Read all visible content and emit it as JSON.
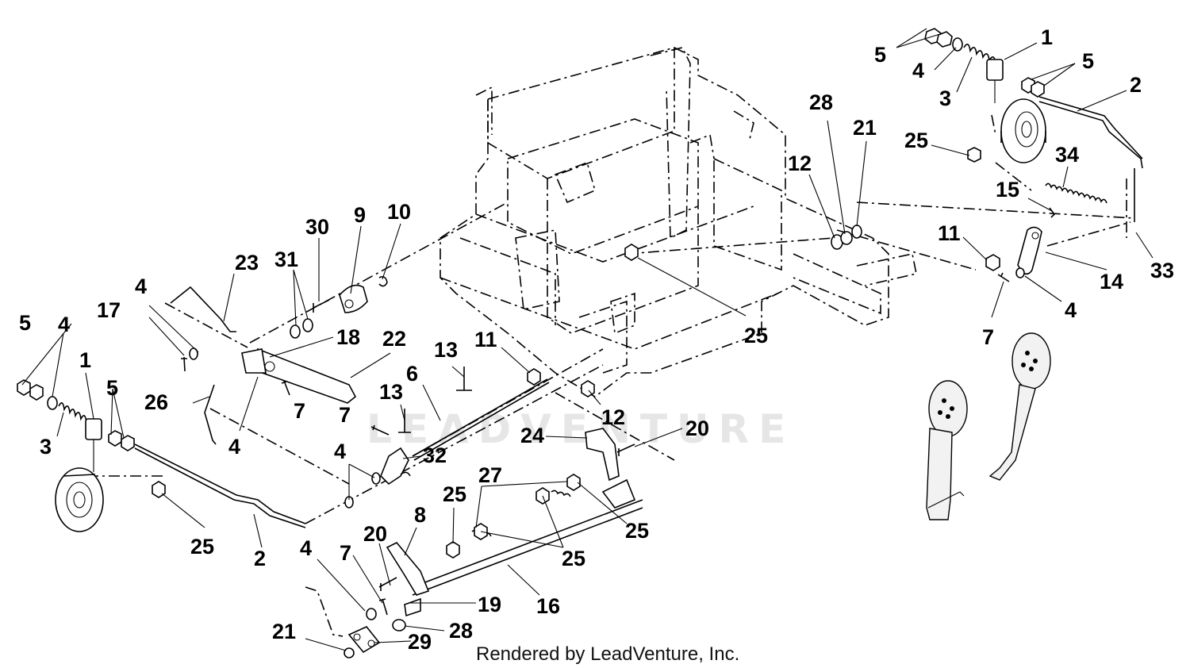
{
  "diagram": {
    "watermark": "LEADVENTURE",
    "credit": "Rendered by LeadVenture, Inc.",
    "labels": {
      "l01": "5",
      "l02": "4",
      "l03": "1",
      "l04": "5",
      "l05": "3",
      "l06": "2",
      "l07": "28",
      "l08": "21",
      "l09": "25",
      "l10": "34",
      "l11": "12",
      "l12": "15",
      "l13": "11",
      "l14": "33",
      "l15": "14",
      "l16": "4",
      "l17": "7",
      "l18": "30",
      "l19": "9",
      "l20": "10",
      "l21": "23",
      "l22": "31",
      "l23": "25",
      "l24": "4",
      "l25": "17",
      "l26": "18",
      "l27": "22",
      "l28": "13",
      "l29": "11",
      "l30": "5",
      "l31": "4",
      "l32": "1",
      "l33": "26",
      "l34": "6",
      "l35": "13",
      "l36": "7",
      "l37": "12",
      "l38": "7",
      "l39": "3",
      "l40": "4",
      "l41": "5",
      "l42": "20",
      "l43": "24",
      "l44": "4",
      "l45": "32",
      "l46": "27",
      "l47": "25",
      "l48": "25",
      "l49": "25",
      "l50": "8",
      "l51": "20",
      "l52": "2",
      "l53": "25",
      "l54": "4",
      "l55": "7",
      "l56": "19",
      "l57": "16",
      "l58": "21",
      "l59": "28",
      "l60": "29"
    }
  }
}
